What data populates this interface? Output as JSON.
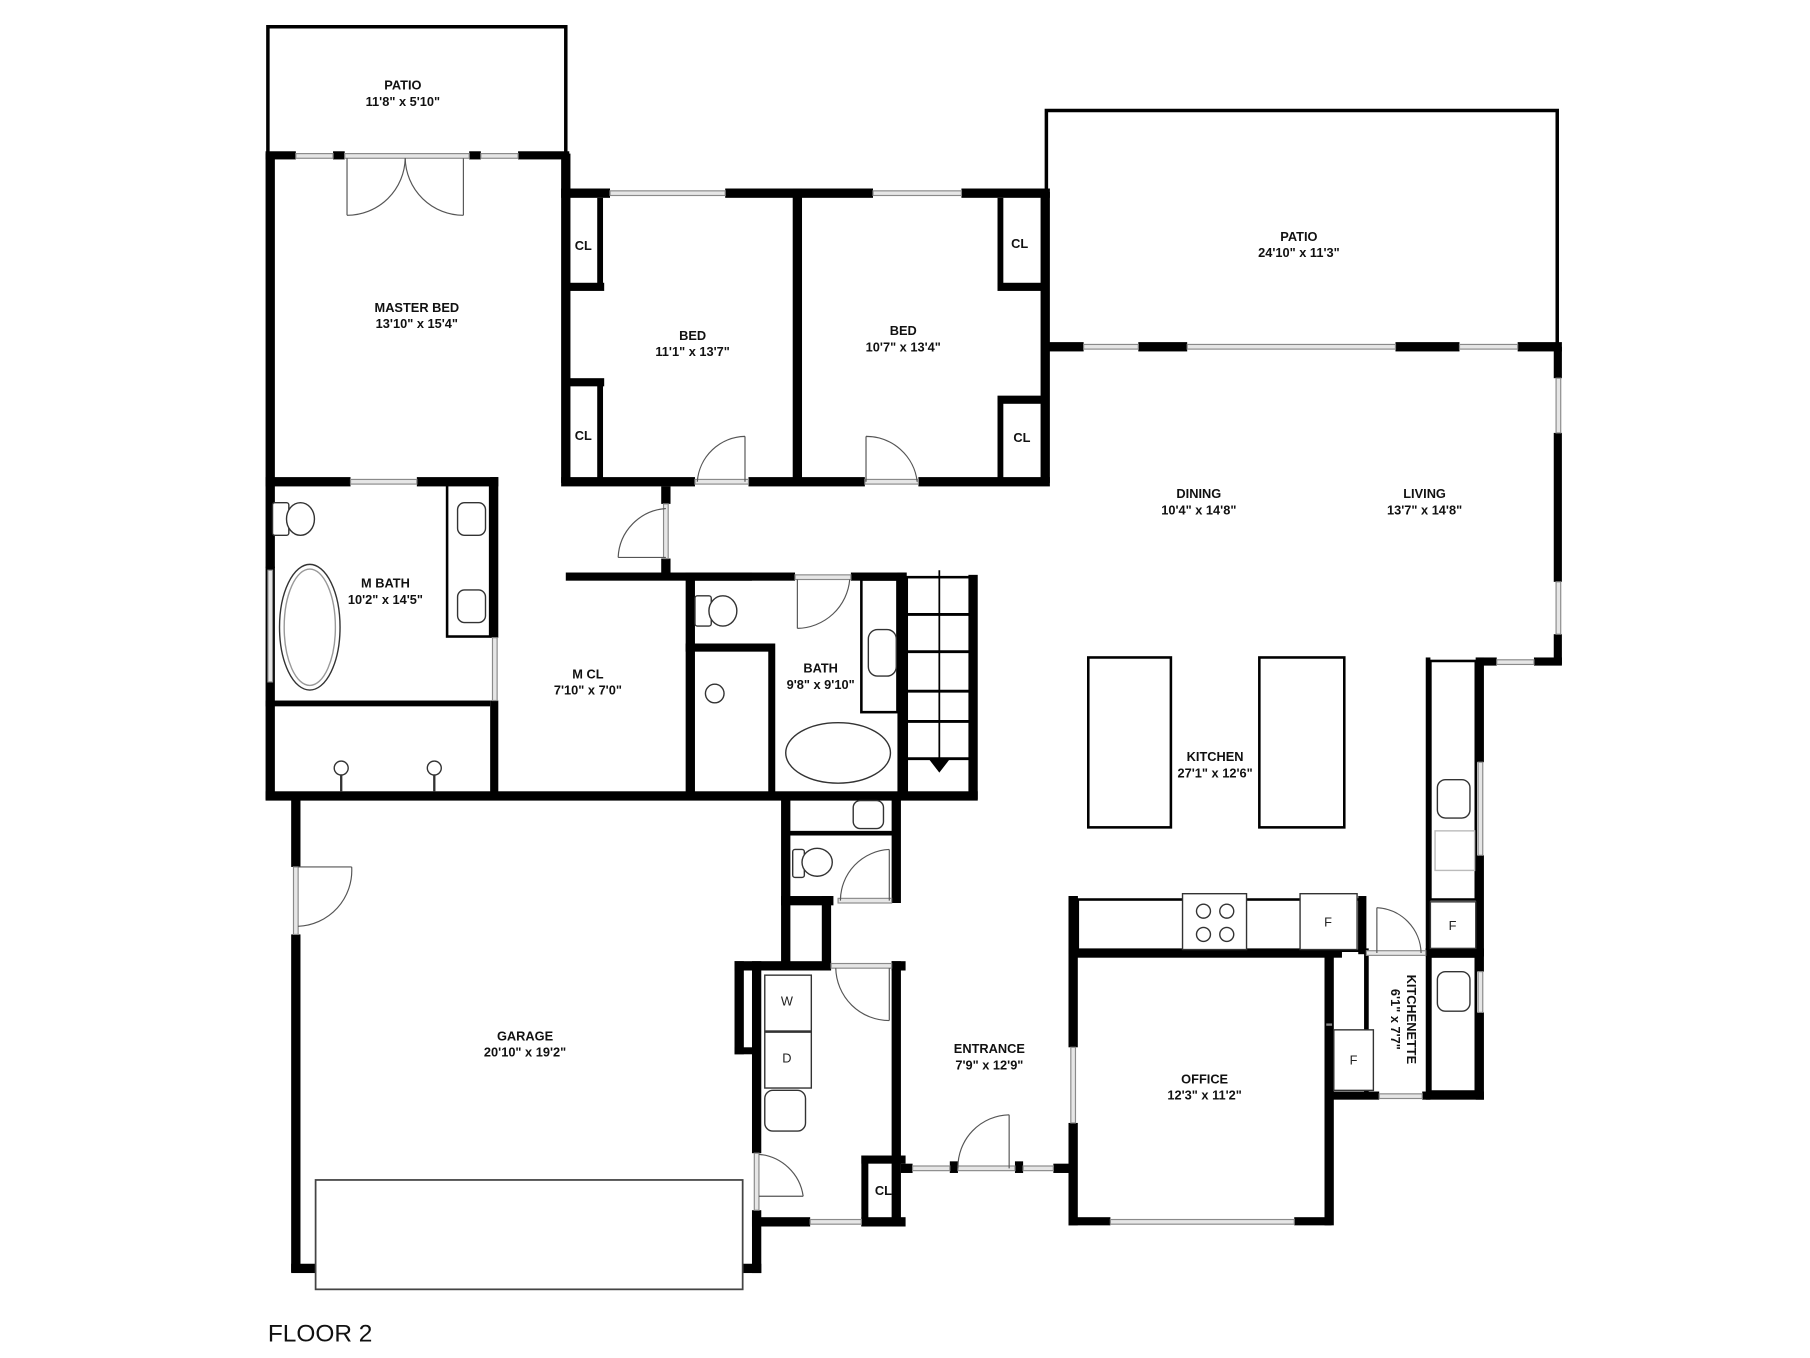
{
  "floor_label": "FLOOR 2",
  "rooms": {
    "patio_small": {
      "name": "PATIO",
      "dims": "11'8\" x 5'10\""
    },
    "master_bed": {
      "name": "MASTER BED",
      "dims": "13'10\" x 15'4\""
    },
    "bed1": {
      "name": "BED",
      "dims": "11'1\" x 13'7\""
    },
    "bed2": {
      "name": "BED",
      "dims": "10'7\" x 13'4\""
    },
    "patio_large": {
      "name": "PATIO",
      "dims": "24'10\" x 11'3\""
    },
    "m_bath": {
      "name": "M BATH",
      "dims": "10'2\" x 14'5\""
    },
    "m_cl": {
      "name": "M CL",
      "dims": "7'10\" x 7'0\""
    },
    "bath": {
      "name": "BATH",
      "dims": "9'8\" x 9'10\""
    },
    "dining": {
      "name": "DINING",
      "dims": "10'4\" x 14'8\""
    },
    "living": {
      "name": "LIVING",
      "dims": "13'7\" x 14'8\""
    },
    "kitchen": {
      "name": "KITCHEN",
      "dims": "27'1\" x 12'6\""
    },
    "garage": {
      "name": "GARAGE",
      "dims": "20'10\" x 19'2\""
    },
    "entrance": {
      "name": "ENTRANCE",
      "dims": "7'9\" x 12'9\""
    },
    "office": {
      "name": "OFFICE",
      "dims": "12'3\" x 11'2\""
    },
    "kitchenette": {
      "name": "KITCHENETTE",
      "dims": "6'1\" x 7'7\""
    }
  },
  "closets": {
    "label": "CL"
  },
  "appliances": {
    "washer": "W",
    "dryer": "D",
    "fridge": "F"
  }
}
